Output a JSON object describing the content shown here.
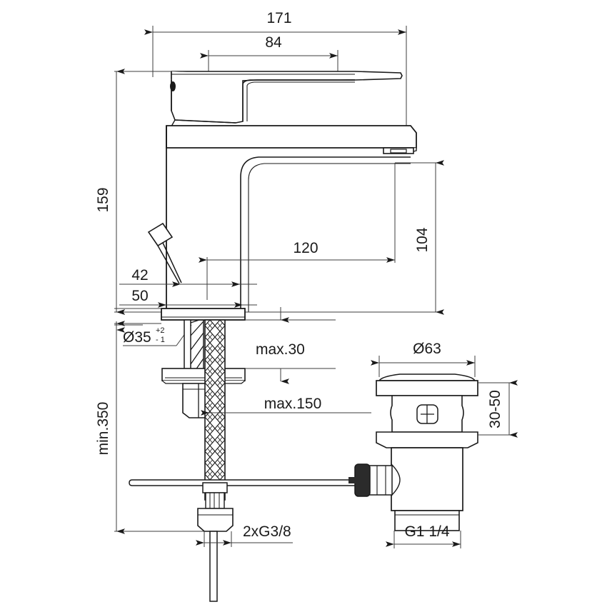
{
  "drawing": {
    "title": "Basin mixer tap technical dimension drawing",
    "type": "engineering-dimension-drawing",
    "units": "mm",
    "line_color": "#1a1a1a",
    "dimension_line_color": "#3c3c3c",
    "background": "#ffffff"
  },
  "dimensions": {
    "overall_width": "171",
    "handle_width": "84",
    "overall_height": "159",
    "spout_reach": "120",
    "spout_height": "104",
    "lever_offset": "42",
    "body_base_width": "50",
    "mounting_hole": "Ø35",
    "mounting_hole_tol_plus": "+2",
    "mounting_hole_tol_minus": "- 1",
    "deck_thickness": "max.30",
    "hose_length": "max.150",
    "min_install_depth": "min.350",
    "supply_thread": "2xG3/8",
    "waste_flange_dia": "Ø63",
    "waste_height_range": "30-50",
    "waste_thread": "G1 1/4"
  },
  "parts": {
    "faucet": "single-lever-basin-mixer",
    "lever": "lever-handle",
    "spout": "spout-body",
    "aerator": "aerator-outlet",
    "lift_rod": "pop-up-lift-rod",
    "base_plate": "mounting-base-plate",
    "threaded_rod": "threaded-stud",
    "mounting_nut": "mounting-nut",
    "clamp_plate": "clamp-plate",
    "braided_hose": "braided-flexible-hose",
    "supply_nut": "supply-connection-nut",
    "supply_tube": "supply-tube",
    "waste": "pop-up-waste-assembly",
    "waste_cap": "waste-cap",
    "waste_flange": "waste-flange",
    "waste_slot": "waste-overflow-slot",
    "waste_body": "waste-body",
    "waste_rod_connector": "waste-rod-connector",
    "waste_tailpiece": "waste-tailpiece"
  }
}
